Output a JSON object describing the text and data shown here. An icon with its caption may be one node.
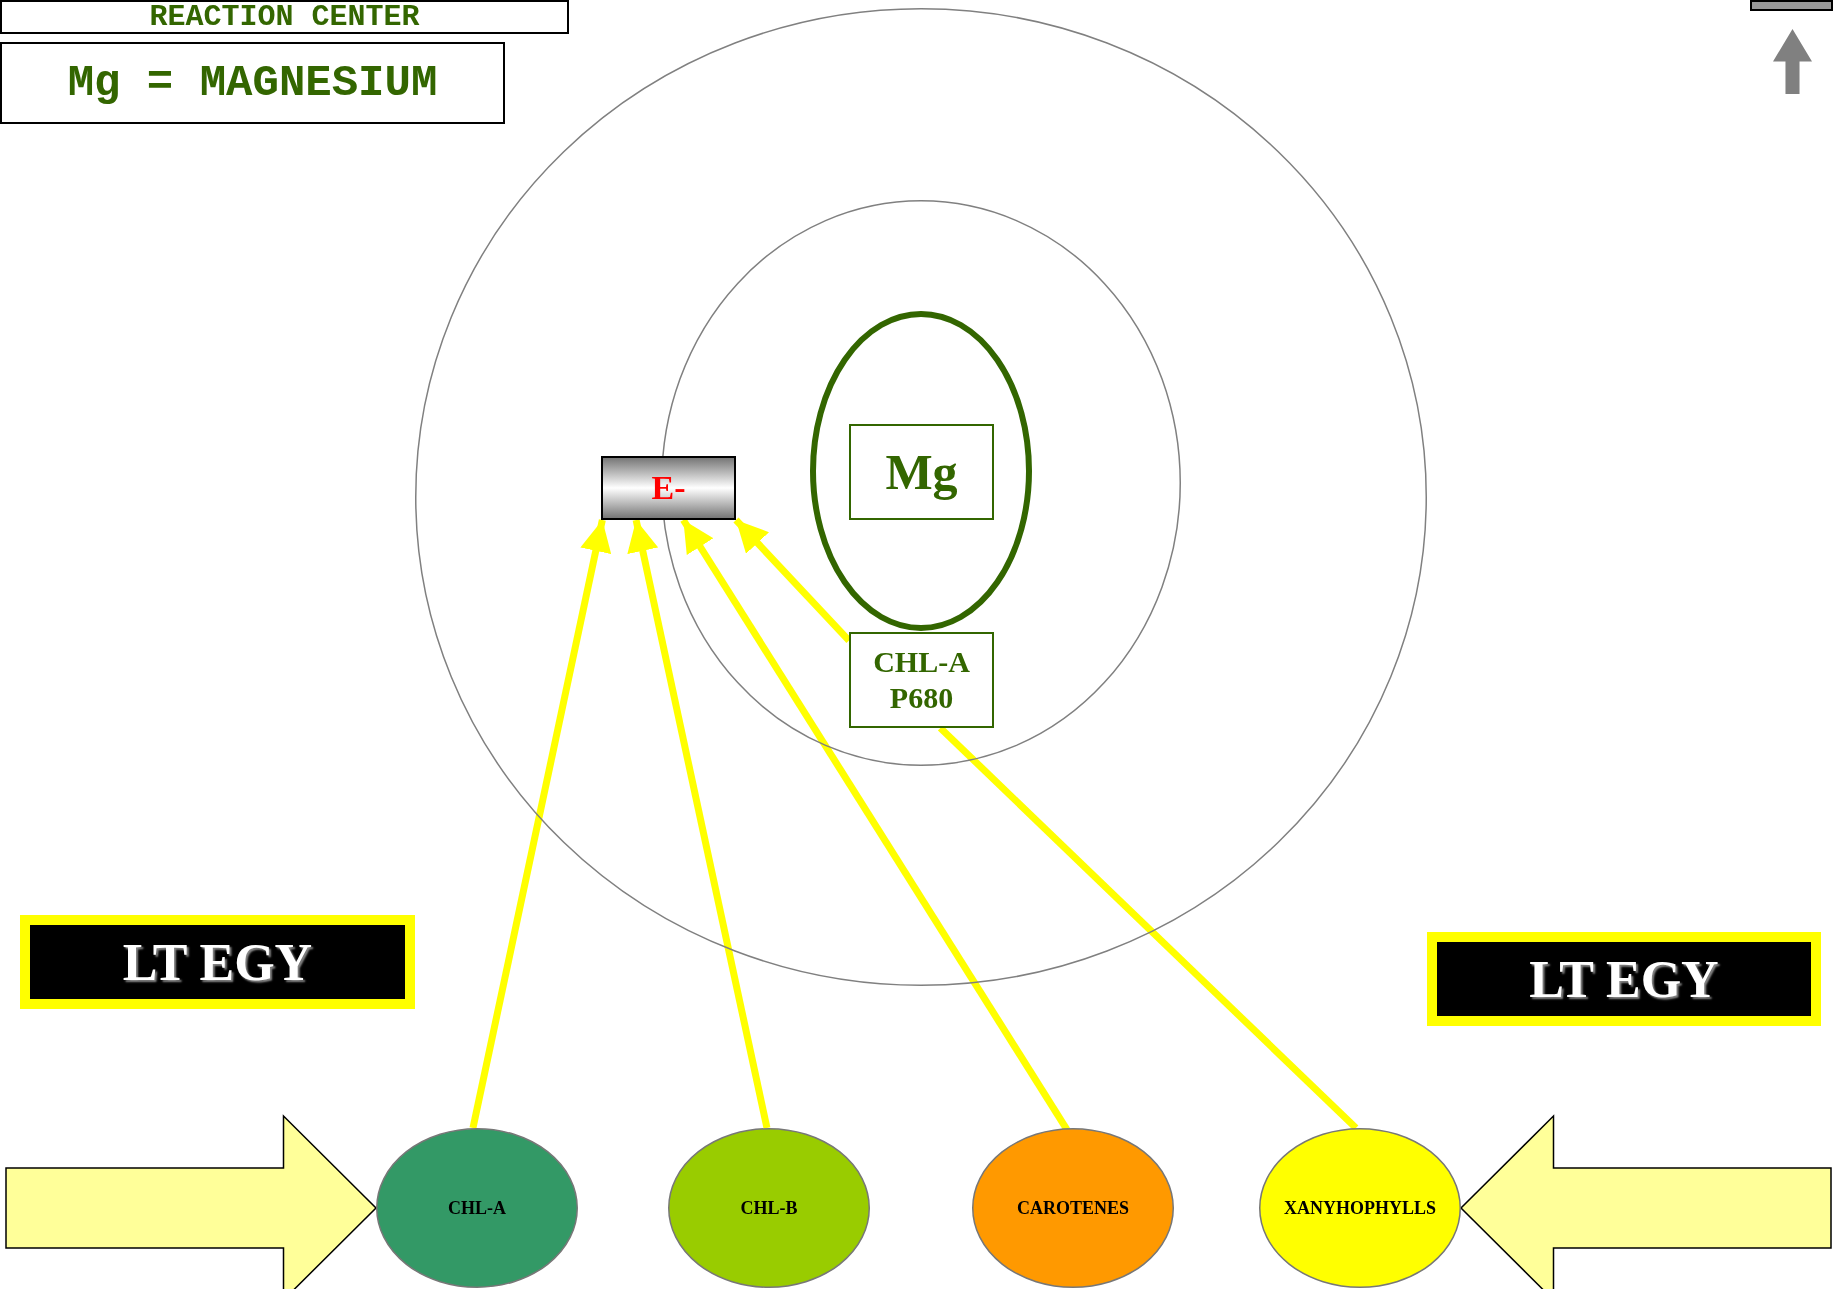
{
  "diagram": {
    "nodes": [
      {
        "text": [
          "REACTION CENTER"
        ]
      },
      {
        "text": [
          "Mg = MAGNESIUM"
        ]
      },
      {
        "text": [],
        "shape": "circle"
      },
      {
        "text": [],
        "shape": "circle",
        "in": 2
      },
      {
        "text": [],
        "shape": "circle",
        "in": 3
      },
      {
        "text": [
          "Mg"
        ],
        "in": 4
      },
      {
        "text": [
          "E-"
        ],
        "in": 2
      },
      {
        "text": [
          "CHL-A P680"
        ],
        "in": 3
      },
      {
        "text": [
          "CHL-A"
        ]
      },
      {
        "text": [
          "CHL-B"
        ]
      },
      {
        "text": [
          "CAROTENES"
        ]
      },
      {
        "text": [
          "XANYHOPHYLLS"
        ]
      },
      {
        "text": [
          "LT EGY"
        ]
      },
      {
        "text": [
          "LT EGY"
        ]
      },
      {
        "text": [],
        "shape": "box"
      },
      {
        "text": [],
        "shape": "arrow"
      }
    ],
    "edges": [
      {
        "from": 8,
        "to": 6,
        "arrow": "to",
        "color": "#ffff00"
      },
      {
        "from": 9,
        "to": 6,
        "arrow": "to",
        "color": "#ffff00"
      },
      {
        "from": 10,
        "to": 6,
        "arrow": "to",
        "color": "#ffff00"
      },
      {
        "from": 11,
        "to": 7,
        "arrow": "none",
        "color": "#ffff00"
      },
      {
        "from": 7,
        "to": 6,
        "arrow": "to",
        "color": "#ffff00"
      },
      {
        "from": null,
        "to": 8,
        "arrow": "to",
        "style": "thick",
        "color": "#ffff99"
      },
      {
        "from": null,
        "to": 11,
        "arrow": "to",
        "style": "thick",
        "color": "#ffff99"
      }
    ]
  }
}
